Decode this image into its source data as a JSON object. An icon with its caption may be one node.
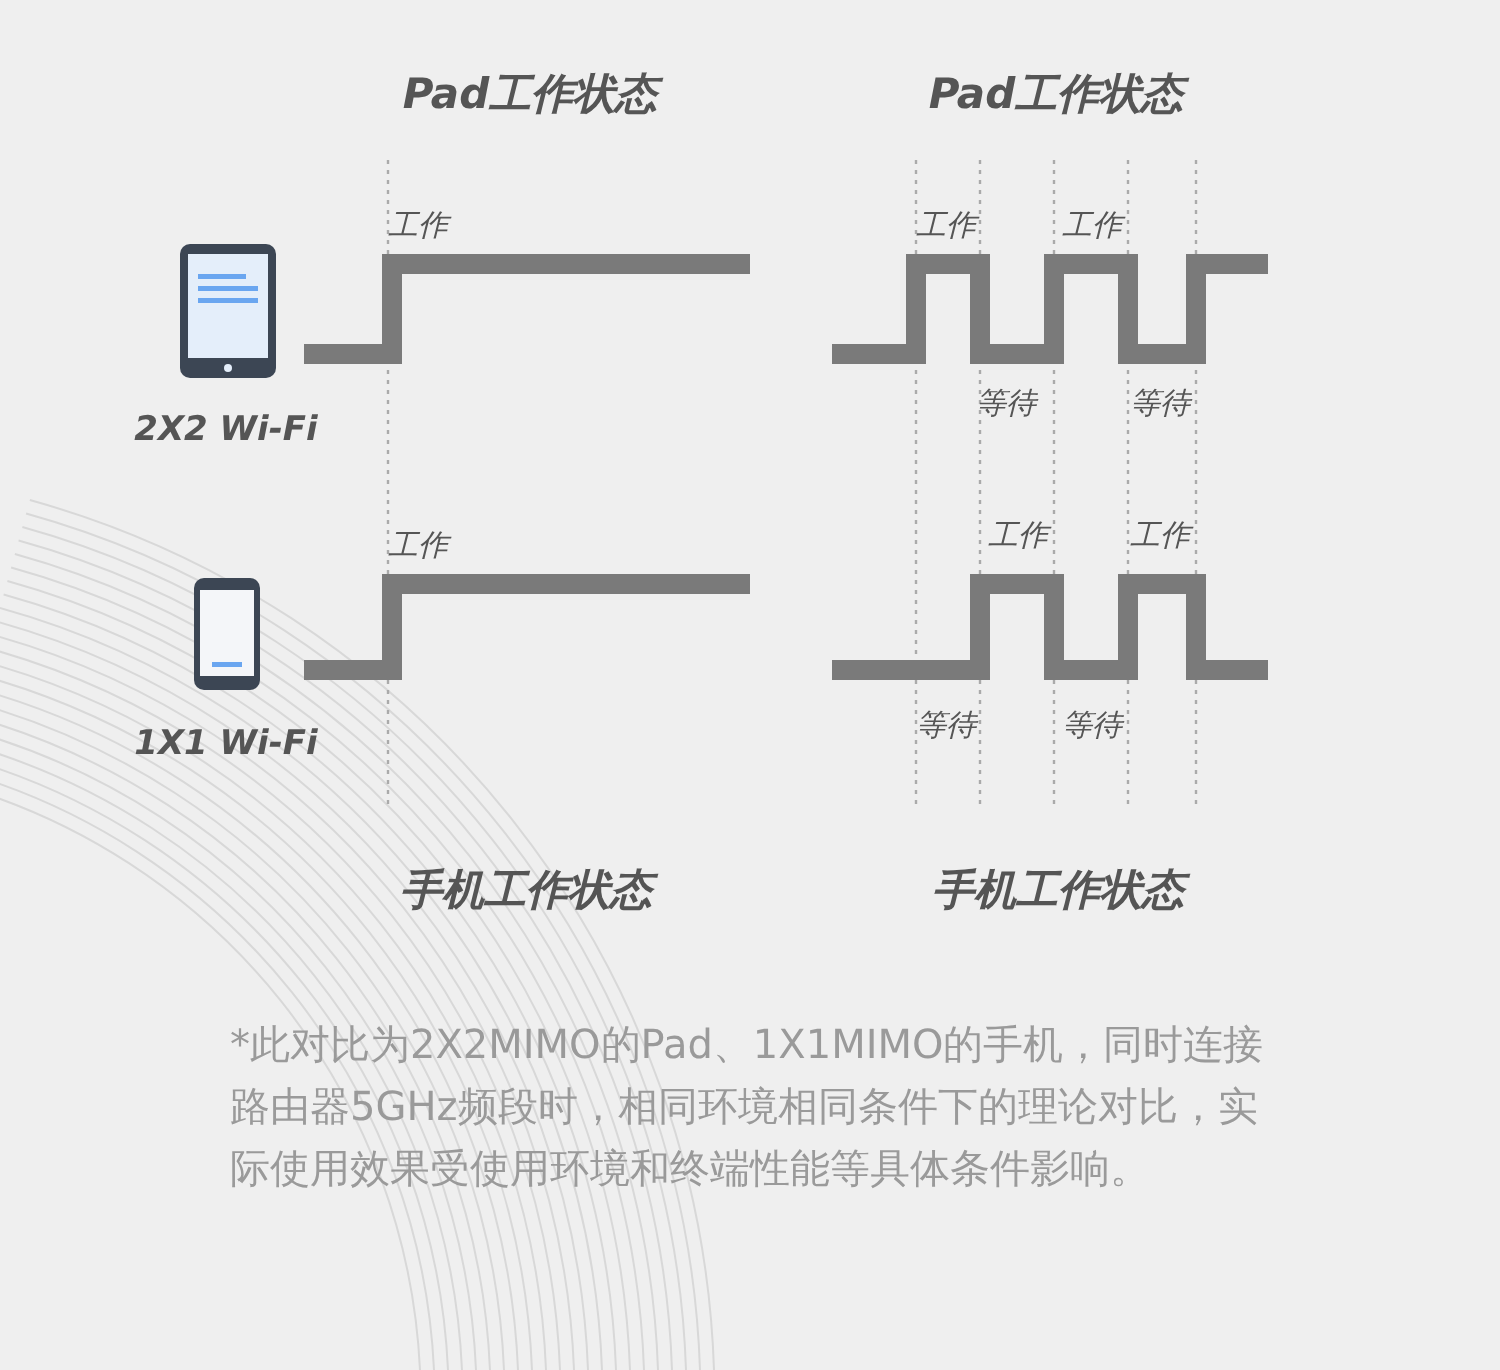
{
  "diagram": {
    "labels": [
      "Pad工作状态",
      "Pad工作状态",
      "工作",
      "工作",
      "工作",
      "2X2 Wi-Fi",
      "等待",
      "等待",
      "工作",
      "工作",
      "工作",
      "1X1 Wi-Fi",
      "等待",
      "等待",
      "手机工作状态",
      "手机工作状态",
      "*此对比为2X2MIMO的Pad、1X1MIMO的手机，同时连接路由器5GHz频段时，相同环境相同条件下的理论对比，实际使用效果受使用环境和终端性能等具体条件影响。"
    ]
  }
}
